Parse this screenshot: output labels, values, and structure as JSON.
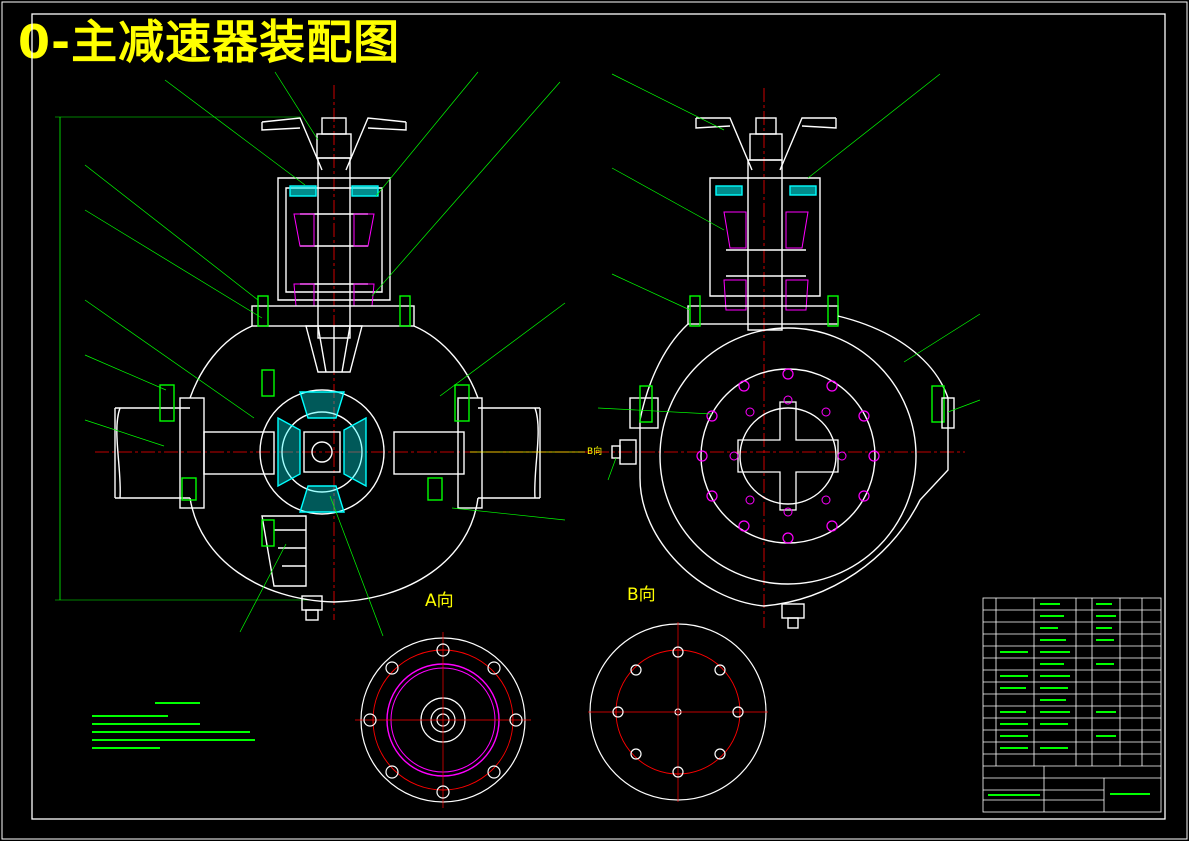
{
  "title": "0-主减速器装配图",
  "views": {
    "view_a_label": "A向",
    "view_b_label": "B向",
    "arrow_b_label": "B向"
  },
  "colors": {
    "background": "#000000",
    "frame": "#ffffff",
    "outline": "#ffffff",
    "centerline": "#ff0000",
    "leader": "#00ff00",
    "hatch": "#00ffff",
    "title_text": "#ffff00",
    "accent": "#ff00ff"
  }
}
